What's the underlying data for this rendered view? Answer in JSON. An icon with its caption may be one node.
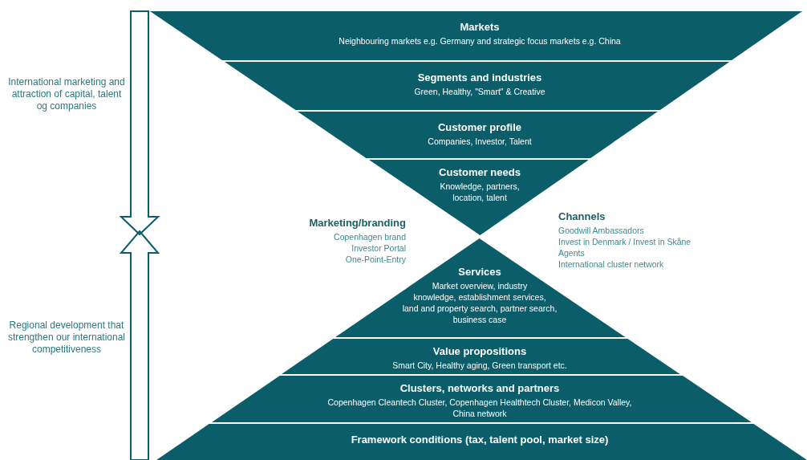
{
  "diagram": {
    "nodes": [
      {
        "text": [
          "Markets",
          "Neighbouring markets e.g. Germany and strategic focus markets e.g. China"
        ]
      },
      {
        "text": [
          "Segments and industries",
          "Green, Healthy, \"Smart\" & Creative"
        ]
      },
      {
        "text": [
          "Customer profile",
          "Companies, Investor, Talent"
        ]
      },
      {
        "text": [
          "Customer needs",
          "Knowledge, partners, location, talent"
        ]
      },
      {
        "text": [
          "Services",
          "Market overview, industry knowledge, establishment services, land and property search, partner search, business case"
        ]
      },
      {
        "text": [
          "Value propositions",
          "Smart City, Healthy aging, Green transport etc."
        ]
      },
      {
        "text": [
          "Clusters, networks and partners",
          "Copenhagen Cleantech Cluster, Copenhagen Healthtech Cluster, Medicon Valley, China network"
        ]
      },
      {
        "text": [
          "Framework conditions (tax, talent pool, market size)"
        ]
      }
    ],
    "labels": [
      "International marketing and attraction of capital, talent og companies",
      "Marketing/branding",
      "Copenhagen brand",
      "Investor Portal",
      "One-Point-Entry",
      "Channels",
      "Goodwill Ambassadors",
      "Invest in Denmark / Invest in Skåne",
      "Agents",
      "International cluster network",
      "Regional development that strengthen our international competitiveness"
    ]
  }
}
